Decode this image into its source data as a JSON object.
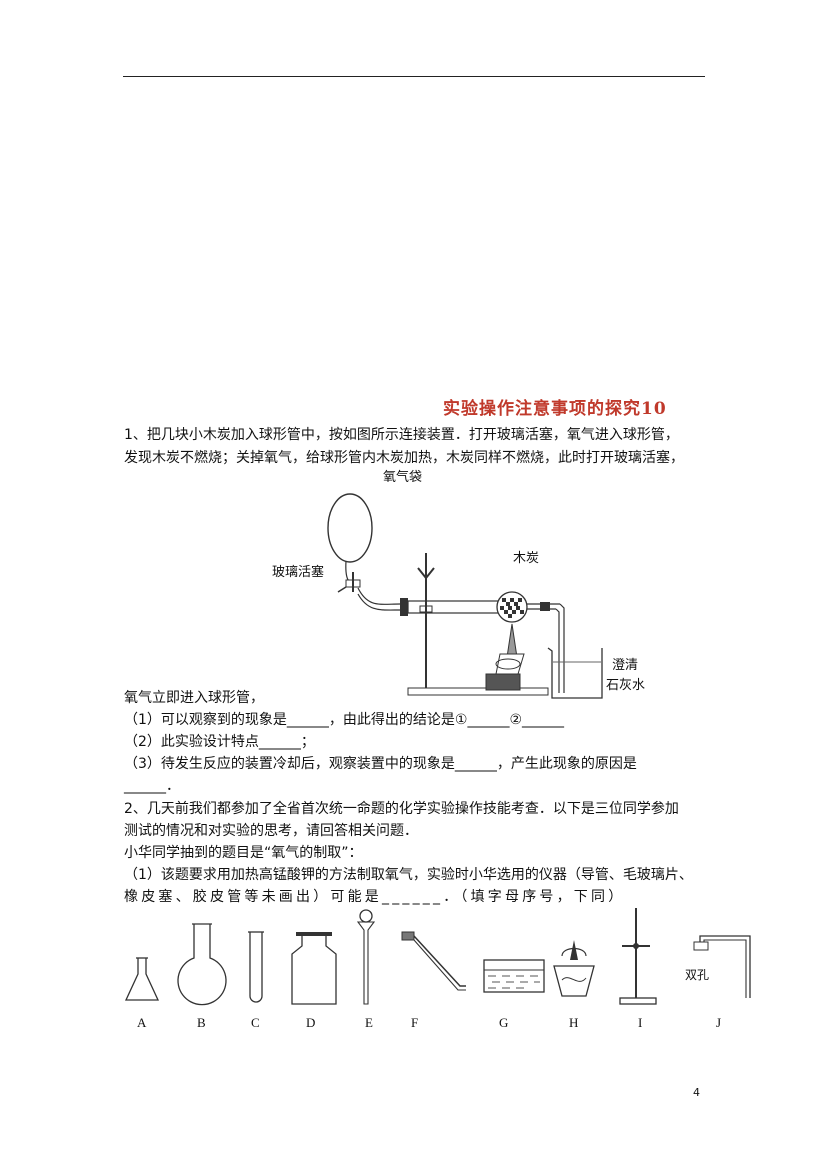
{
  "header": {
    "rule": true
  },
  "title": "实验操作注意事项的探究10",
  "q1": {
    "line1": "1、把几块小木炭加入球形管中，按如图所示连接装置．打开玻璃活塞，氧气进入球形管，",
    "line2": "发现木炭不燃烧；关掉氧气，给球形管内木炭加热，木炭同样不燃烧，此时打开玻璃活塞，",
    "after_figure": "氧气立即进入球形管，",
    "sub1": "（1）可以观察到的现象是______，由此得出的结论是①______②______",
    "sub2": "（2）此实验设计特点______；",
    "sub3": "（3）待发生反应的装置冷却后，观察装置中的现象是______，产生此现象的原因是",
    "sub3_cont": "______．"
  },
  "figure1": {
    "labels": {
      "oxygen_bag": "氧气袋",
      "glass_valve": "玻璃活塞",
      "charcoal": "木炭",
      "limewater_1": "澄清",
      "limewater_2": "石灰水"
    }
  },
  "q2": {
    "line1": "2、几天前我们都参加了全省首次统一命题的化学实验操作技能考查．以下是三位同学参加",
    "line2": "测试的情况和对实验的思考，请回答相关问题．",
    "line3": "小华同学抽到的题目是“氧气的制取”：",
    "line4": "（1）该题要求用加热高锰酸钾的方法制取氧气，实验时小华选用的仪器（导管、毛玻璃片、",
    "line5": "橡皮塞、胶皮管等未画出）可能是______．（填字母序号，下同）"
  },
  "figure2": {
    "double_hole": "双孔",
    "labels": [
      "A",
      "B",
      "C",
      "D",
      "E",
      "F",
      "G",
      "H",
      "I",
      "J"
    ]
  },
  "page_number": "4"
}
